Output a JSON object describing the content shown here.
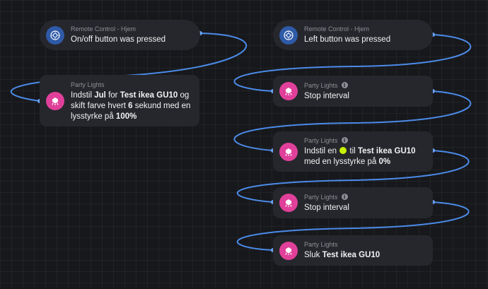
{
  "flow": {
    "left": {
      "trigger": {
        "app": "Remote Control - Hjem",
        "title": "On/off button was pressed",
        "icon": "remote-control-icon"
      },
      "action": {
        "app": "Party Lights",
        "icon": "party-lights-icon",
        "parts": {
          "p1": "Indstil ",
          "scene": "Jul",
          "p2": " for ",
          "device": "Test ikea GU10",
          "p3": " og skift farve hvert ",
          "seconds": "6",
          "p4": " sekund med en lysstyrke på ",
          "brightness": "100%"
        }
      }
    },
    "right": {
      "trigger": {
        "app": "Remote Control - Hjem",
        "title": "Left button was pressed",
        "icon": "remote-control-icon"
      },
      "actions": [
        {
          "app": "Party Lights",
          "info": "i",
          "title": "Stop interval"
        },
        {
          "app": "Party Lights",
          "info": "i",
          "parts": {
            "p1": "Indstil en ",
            "color_swatch": "#c8f000",
            "p2": " til ",
            "device": "Test ikea GU10",
            "p3": " med en lysstyrke på ",
            "brightness": "0%"
          }
        },
        {
          "app": "Party Lights",
          "info": "i",
          "title": "Stop interval"
        },
        {
          "app": "Party Lights",
          "parts": {
            "p1": "Sluk ",
            "device": "Test ikea GU10"
          }
        }
      ]
    }
  },
  "colors": {
    "wire": "#4b8be8",
    "remote_icon_bg": "#2f5aa8",
    "party_icon_bg": "#e0409a",
    "card_bg": "#26272c",
    "canvas_bg": "#17181c"
  }
}
